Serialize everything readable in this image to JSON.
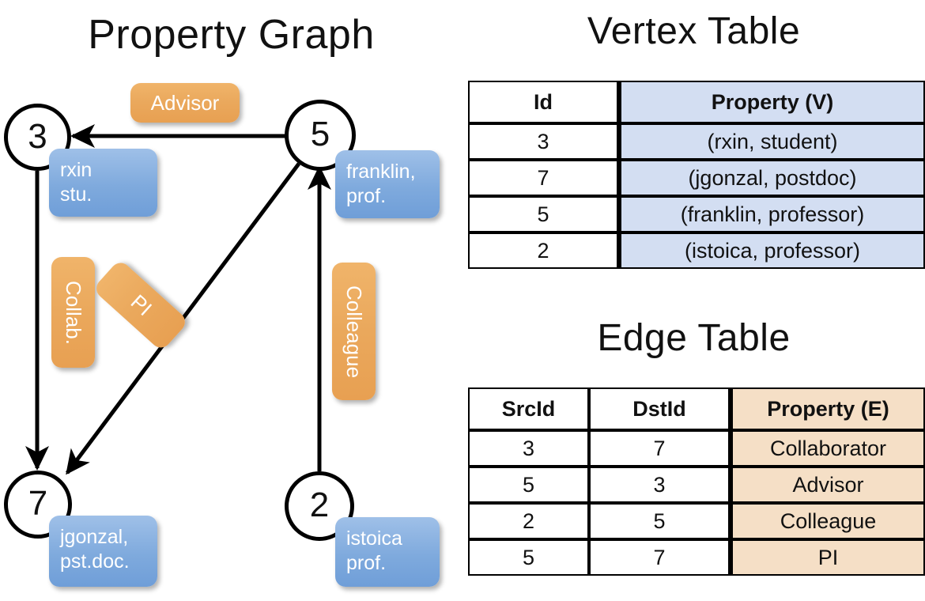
{
  "titles": {
    "property_graph": "Property Graph",
    "vertex_table": "Vertex Table",
    "edge_table": "Edge Table"
  },
  "graph": {
    "vertices": [
      {
        "id": "3",
        "property": "rxin\nstu."
      },
      {
        "id": "5",
        "property": "franklin,\nprof."
      },
      {
        "id": "7",
        "property": "jgonzal,\npst.doc."
      },
      {
        "id": "2",
        "property": "istoica\nprof."
      }
    ],
    "edge_labels": [
      {
        "label": "Advisor",
        "from": "5",
        "to": "3"
      },
      {
        "label": "Collab.",
        "from": "3",
        "to": "7"
      },
      {
        "label": "PI",
        "from": "5",
        "to": "7"
      },
      {
        "label": "Colleague",
        "from": "2",
        "to": "5"
      }
    ]
  },
  "vertex_table": {
    "headers": [
      "Id",
      "Property (V)"
    ],
    "rows": [
      {
        "id": "3",
        "property": "(rxin, student)"
      },
      {
        "id": "7",
        "property": "(jgonzal, postdoc)"
      },
      {
        "id": "5",
        "property": "(franklin, professor)"
      },
      {
        "id": "2",
        "property": "(istoica, professor)"
      }
    ]
  },
  "edge_table": {
    "headers": [
      "SrcId",
      "DstId",
      "Property (E)"
    ],
    "rows": [
      {
        "src": "3",
        "dst": "7",
        "property": "Collaborator"
      },
      {
        "src": "5",
        "dst": "3",
        "property": "Advisor"
      },
      {
        "src": "2",
        "dst": "5",
        "property": "Colleague"
      },
      {
        "src": "5",
        "dst": "7",
        "property": "PI"
      }
    ]
  },
  "colors": {
    "vertex_property_fill": "#7faadd",
    "edge_property_fill": "#eaa85c",
    "vertex_table_fill": "#d3def2",
    "edge_table_fill": "#f5dfc6",
    "stroke": "#000000",
    "background": "#ffffff"
  }
}
